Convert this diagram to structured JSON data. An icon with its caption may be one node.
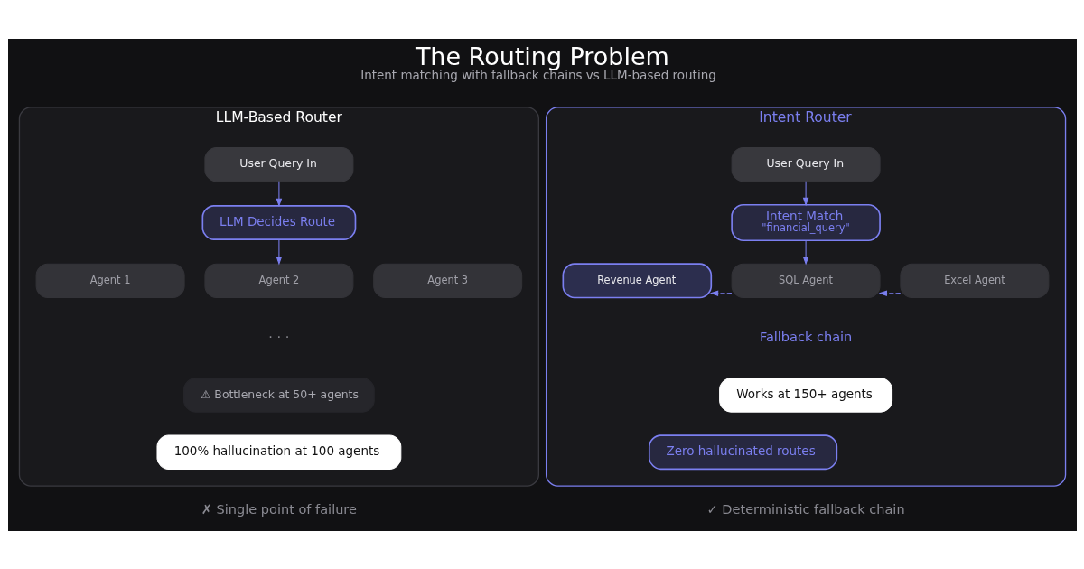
{
  "diagram": {
    "title": "The Routing Problem",
    "caption": "Intent matching with fallback chains vs LLM-based routing",
    "nodes": [
      {
        "text": [
          "LLM-Based Router"
        ]
      },
      {
        "text": [
          "User Query In"
        ],
        "in": 0
      },
      {
        "text": [
          "LLM Decides Route"
        ],
        "in": 0
      },
      {
        "text": [
          "Agent 1"
        ],
        "in": 0
      },
      {
        "text": [
          "Agent 2"
        ],
        "in": 0
      },
      {
        "text": [
          "Agent 3"
        ],
        "in": 0
      },
      {
        "text": [
          "⚠ Bottleneck at 50+ agents"
        ],
        "in": 0
      },
      {
        "text": [
          "100% hallucination at 100 agents"
        ],
        "in": 0
      },
      {
        "text": [
          "Intent Router"
        ]
      },
      {
        "text": [
          "User Query In"
        ],
        "in": 8
      },
      {
        "text": [
          "Intent Match",
          "\"financial_query\""
        ],
        "in": 8
      },
      {
        "text": [
          "Revenue Agent"
        ],
        "in": 8
      },
      {
        "text": [
          "SQL Agent"
        ],
        "in": 8
      },
      {
        "text": [
          "Excel Agent"
        ],
        "in": 8
      },
      {
        "text": [
          "Works at 150+ agents"
        ],
        "in": 8
      },
      {
        "text": [
          "Zero hallucinated routes"
        ],
        "in": 8
      }
    ],
    "edges": [
      {
        "from": 1,
        "to": 2,
        "arrow": "to"
      },
      {
        "from": 2,
        "to": 4,
        "arrow": "to"
      },
      {
        "from": 9,
        "to": 10,
        "arrow": "to"
      },
      {
        "from": 10,
        "to": 12,
        "arrow": "to"
      },
      {
        "from": 12,
        "to": 11,
        "arrow": "to",
        "style": "dashed"
      },
      {
        "from": 13,
        "to": 12,
        "arrow": "to",
        "style": "dashed"
      }
    ],
    "labels": [
      "· · ·",
      "Fallback chain",
      "✗ Single point of failure",
      "✓ Deterministic fallback chain"
    ]
  }
}
